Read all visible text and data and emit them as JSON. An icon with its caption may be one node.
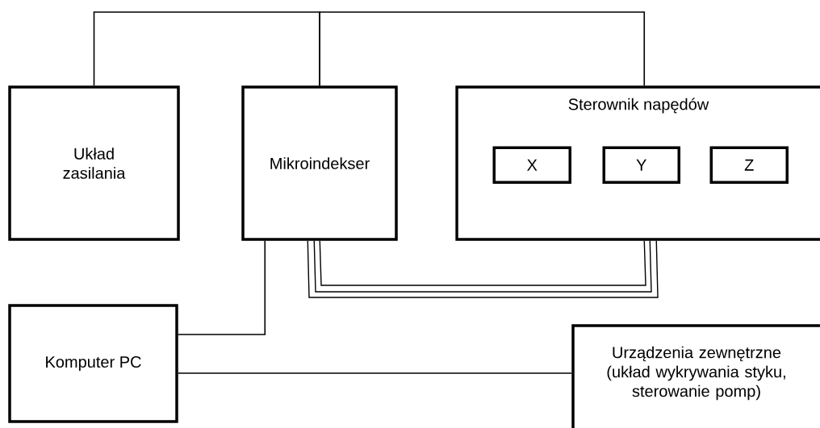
{
  "diagram": {
    "nodes": [
      {
        "text": [
          "Układ zasilania"
        ]
      },
      {
        "text": [
          "Mikroindekser"
        ]
      },
      {
        "text": [
          "Sterownik napędów"
        ]
      },
      {
        "text": [
          "X"
        ],
        "in": 2
      },
      {
        "text": [
          "Y"
        ],
        "in": 2
      },
      {
        "text": [
          "Z"
        ],
        "in": 2
      },
      {
        "text": [
          "Komputer PC"
        ]
      },
      {
        "text": [
          "Urządzenia zewnętrzne (układ wykrywania styku, sterowanie pomp)"
        ]
      }
    ],
    "edges": [
      {
        "from": 0,
        "to": 1,
        "arrow": "none"
      },
      {
        "from": 1,
        "to": 2,
        "arrow": "none"
      },
      {
        "from": 1,
        "to": 2,
        "arrow": "none"
      },
      {
        "from": 1,
        "to": 2,
        "arrow": "none"
      },
      {
        "from": 1,
        "to": 2,
        "arrow": "none"
      },
      {
        "from": 1,
        "to": 6,
        "arrow": "none"
      },
      {
        "from": 6,
        "to": 7,
        "arrow": "none"
      }
    ]
  }
}
